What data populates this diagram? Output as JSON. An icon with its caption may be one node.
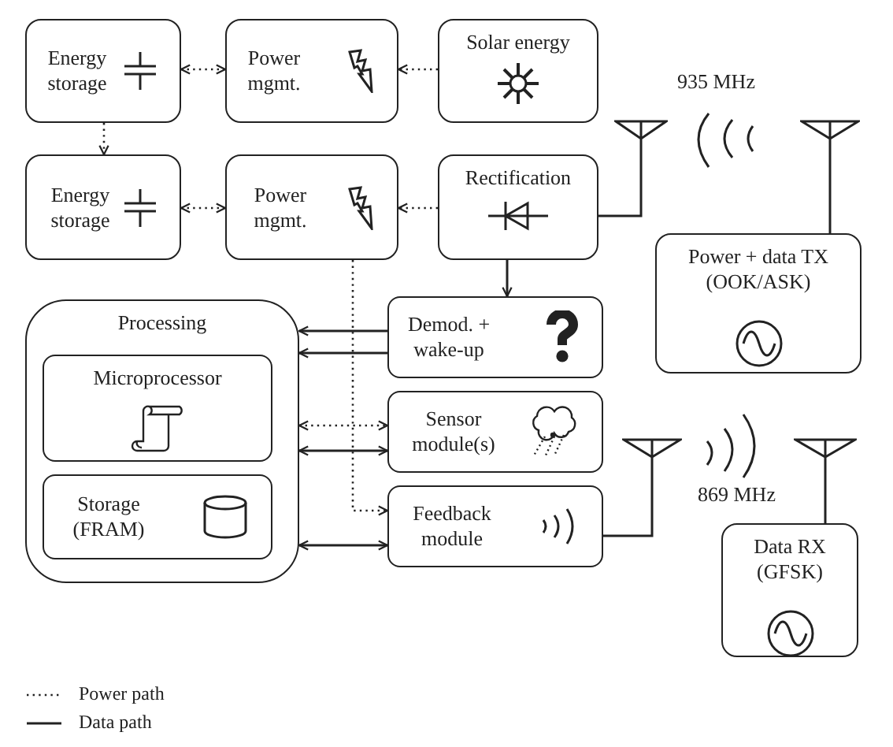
{
  "diagram": {
    "nodes": [
      {
        "text": [
          "Energy storage"
        ]
      },
      {
        "text": [
          "Power mgmt."
        ]
      },
      {
        "text": [
          "Solar energy"
        ]
      },
      {
        "text": [
          "Energy storage"
        ]
      },
      {
        "text": [
          "Power mgmt."
        ]
      },
      {
        "text": [
          "Rectification"
        ]
      },
      {
        "text": [
          "Power + data TX (OOK/ASK)"
        ]
      },
      {
        "text": [
          "Processing"
        ]
      },
      {
        "text": [
          "Microprocessor"
        ],
        "in": 7
      },
      {
        "text": [
          "Storage (FRAM)"
        ],
        "in": 7
      },
      {
        "text": [
          "Demod. + wake-up"
        ]
      },
      {
        "text": [
          "Sensor module(s)"
        ]
      },
      {
        "text": [
          "Feedback module"
        ]
      },
      {
        "text": [
          "Data RX (GFSK)"
        ]
      },
      {
        "text": [],
        "shape": "antenna"
      },
      {
        "text": [],
        "shape": "antenna"
      },
      {
        "text": [],
        "shape": "antenna"
      },
      {
        "text": [],
        "shape": "antenna"
      }
    ],
    "edges": [
      {
        "from": 0,
        "to": 1,
        "arrow": "both",
        "style": "dashed"
      },
      {
        "from": 2,
        "to": 1,
        "arrow": "to",
        "style": "dashed"
      },
      {
        "from": 0,
        "to": 3,
        "arrow": "to",
        "style": "dashed"
      },
      {
        "from": 3,
        "to": 4,
        "arrow": "both",
        "style": "dashed"
      },
      {
        "from": 5,
        "to": 4,
        "arrow": "to",
        "style": "dashed"
      },
      {
        "from": 5,
        "to": 10,
        "arrow": "to"
      },
      {
        "from": 10,
        "to": 7,
        "arrow": "to"
      },
      {
        "from": 10,
        "to": 7,
        "arrow": "to"
      },
      {
        "from": 7,
        "to": 11,
        "arrow": "both",
        "style": "dashed"
      },
      {
        "from": 7,
        "to": 11,
        "arrow": "both"
      },
      {
        "from": 7,
        "to": 12,
        "arrow": "both"
      },
      {
        "from": 4,
        "to": 12,
        "arrow": "to",
        "style": "dashed"
      },
      {
        "from": 5,
        "to": 14,
        "arrow": "none"
      },
      {
        "from": 15,
        "to": 6,
        "arrow": "none"
      },
      {
        "from": 12,
        "to": 16,
        "arrow": "none"
      },
      {
        "from": 17,
        "to": 13,
        "arrow": "none"
      }
    ],
    "labels": [
      "935 MHz",
      "869 MHz"
    ],
    "legend": [
      {
        "text": "Power path"
      },
      {
        "text": "Data path"
      }
    ]
  }
}
